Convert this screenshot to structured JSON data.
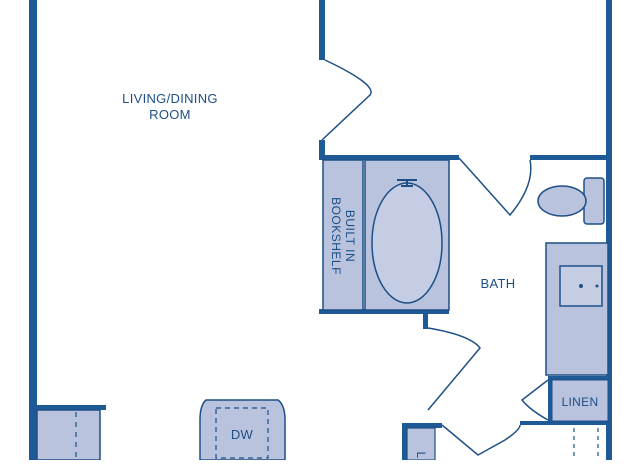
{
  "plan": {
    "wall_color": "#1d5a96",
    "fixture_fill": "#b9c3dd",
    "fixture_stroke": "#1d4f86"
  },
  "labels": {
    "living_dining_line1": "LIVING/DINING",
    "living_dining_line2": "ROOM",
    "bookshelf_line1": "BUILT IN",
    "bookshelf_line2": "BOOKSHELF",
    "bath": "BATH",
    "dw": "DW",
    "linen": "LINEN",
    "partial_l": "L"
  }
}
